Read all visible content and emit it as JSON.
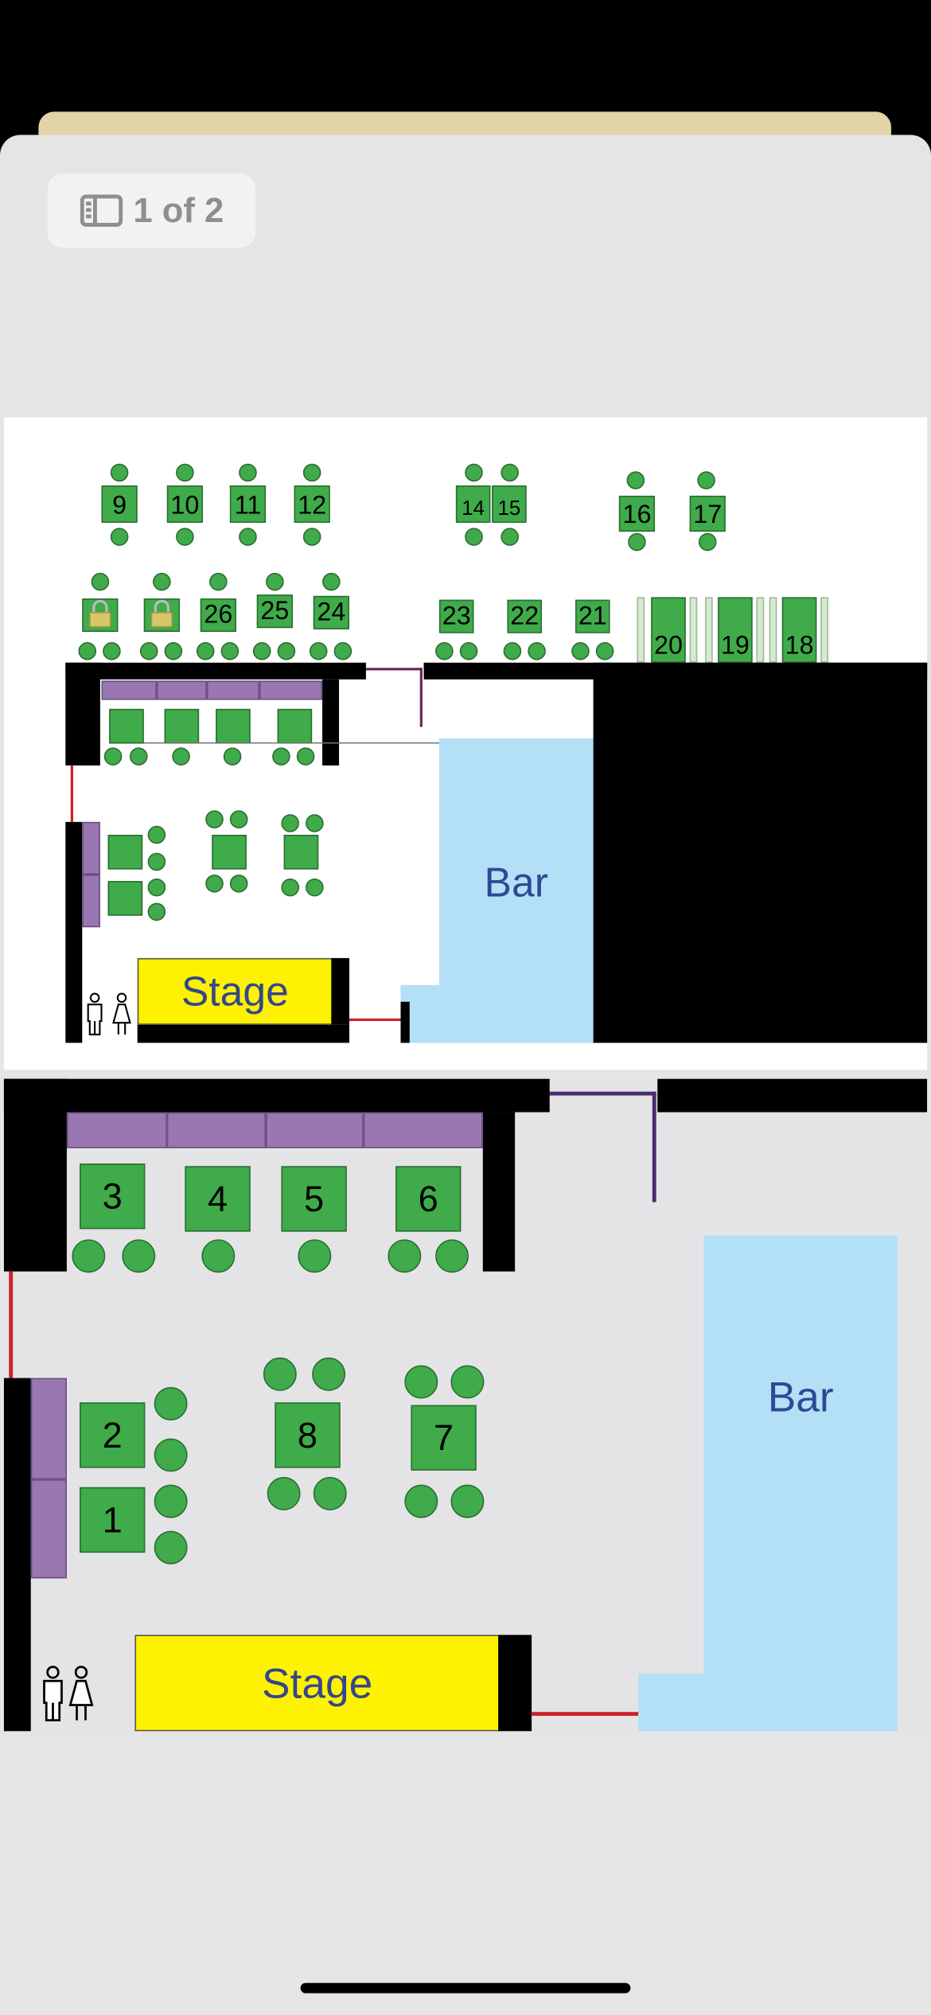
{
  "pager": {
    "label": "1 of 2",
    "icon": "sidebar-icon"
  },
  "plan1": {
    "tables": [
      "9",
      "10",
      "11",
      "12",
      "14",
      "15",
      "16",
      "17",
      "",
      "",
      "26",
      "25",
      "24",
      "23",
      "22",
      "21",
      "20",
      "19",
      "18"
    ],
    "bar_label": "Bar",
    "stage_label": "Stage"
  },
  "plan2": {
    "tables": [
      "3",
      "4",
      "5",
      "6",
      "2",
      "1",
      "8",
      "7"
    ],
    "bar_label": "Bar",
    "stage_label": "Stage"
  },
  "colors": {
    "table": "#3fab4a",
    "bench": "#9a77b0",
    "bar": "#b3e0f7",
    "stage": "#fff200",
    "door": "#d0202a"
  }
}
